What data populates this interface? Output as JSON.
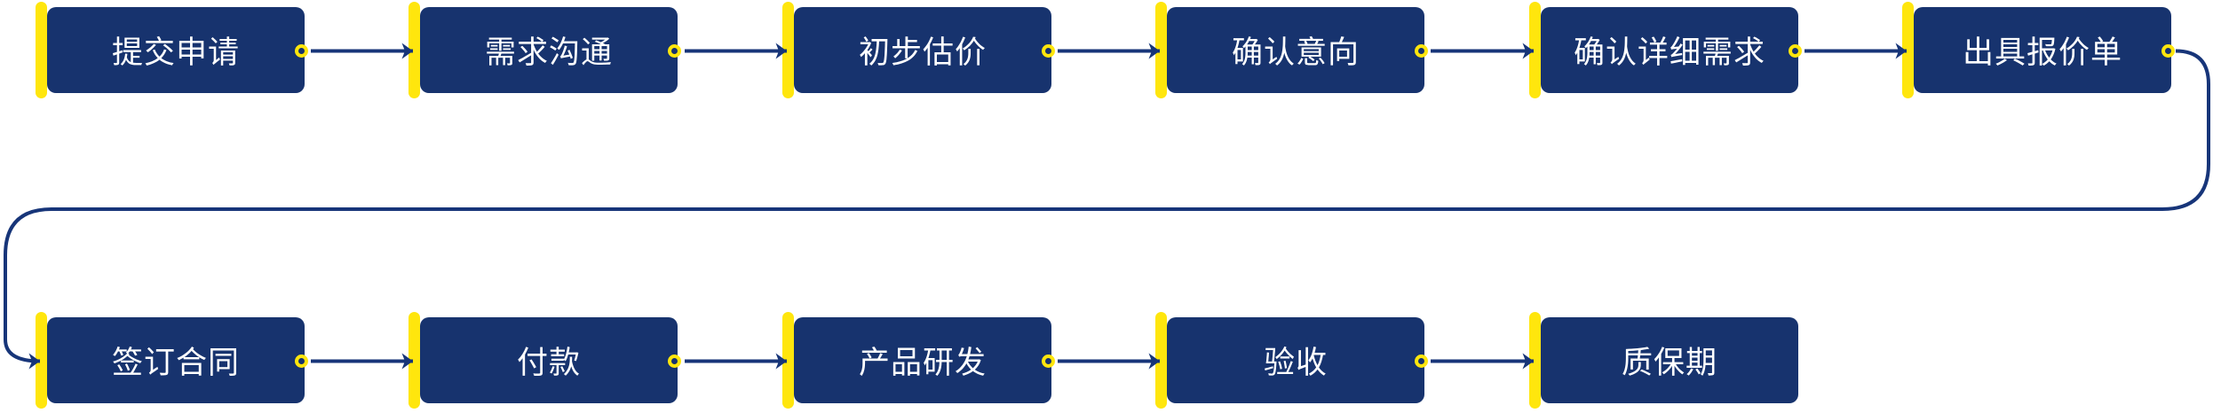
{
  "diagram": {
    "type": "flowchart",
    "background": "#ffffff",
    "colors": {
      "node_fill": "#17336e",
      "accent_bar": "#ffe60d",
      "connector_ring": "#ffe60d",
      "arrow": "#173579",
      "label_text": "#ffffff"
    },
    "rows": [
      {
        "steps": [
          {
            "label": "提交申请"
          },
          {
            "label": "需求沟通"
          },
          {
            "label": "初步估价"
          },
          {
            "label": "确认意向"
          },
          {
            "label": "确认详细需求"
          },
          {
            "label": "出具报价单"
          }
        ]
      },
      {
        "steps": [
          {
            "label": "签订合同"
          },
          {
            "label": "付款"
          },
          {
            "label": "产品研发"
          },
          {
            "label": "验收"
          },
          {
            "label": "质保期"
          }
        ]
      }
    ],
    "flow_description": "Arrows run left-to-right along row 1, a long curved arrow wraps from 出具报价单 around the right edge, down and across to the left, into 签订合同, then arrows run left-to-right along row 2, ending at 质保期"
  }
}
